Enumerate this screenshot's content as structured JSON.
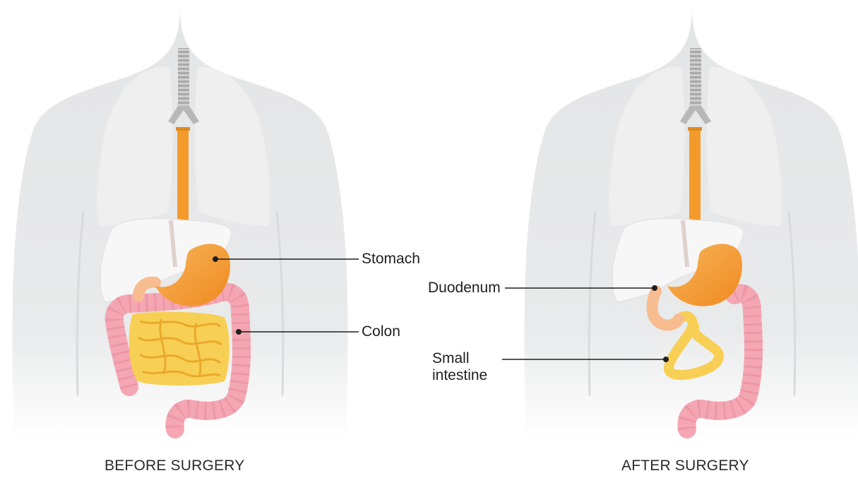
{
  "panels": [
    {
      "caption": "BEFORE SURGERY",
      "labels": {
        "stomach": "Stomach",
        "colon": "Colon"
      }
    },
    {
      "caption": "AFTER SURGERY",
      "labels": {
        "duodenum": "Duodenum",
        "small_intestine_line1": "Small",
        "small_intestine_line2": "intestine"
      }
    }
  ],
  "colors": {
    "body": "#e6e7e8",
    "lungs": "#efeff0",
    "liver": "#f7f7f7",
    "esophagus": "#f39a2b",
    "stomach": "#f39a2b",
    "colon": "#f4a7b3",
    "small_intestine": "#f8cf55",
    "duodenum": "#f7bc8f"
  }
}
